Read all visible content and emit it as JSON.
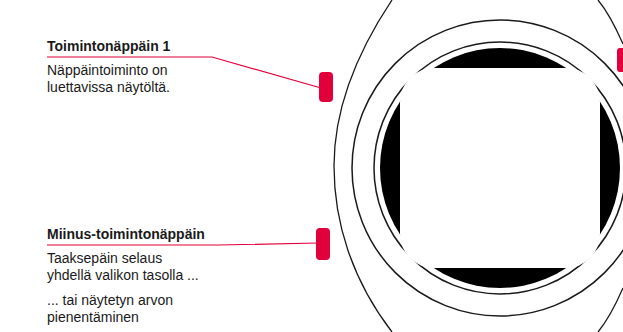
{
  "diagram": {
    "labels": [
      "Toimintonäppäin 1",
      "Näppäintoiminto on luettavissa näytöltä.",
      "Miinus-toimintonäppäin",
      "Taaksepäin selaus yhdellä valikon tasolla ...",
      "... tai näytetyn arvon pienentäminen"
    ]
  }
}
